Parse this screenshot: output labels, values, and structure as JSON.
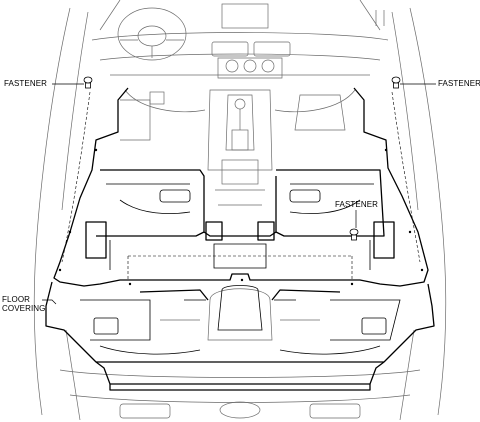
{
  "labels": {
    "fastener_left": "FASTENER",
    "fastener_right": "FASTENER",
    "fastener_center": "FASTENER",
    "floor_covering_line1": "FLOOR",
    "floor_covering_line2": "COVERING"
  },
  "colors": {
    "background": "#ffffff",
    "linework": "#000000",
    "light_linework": "#6b6b6b"
  }
}
